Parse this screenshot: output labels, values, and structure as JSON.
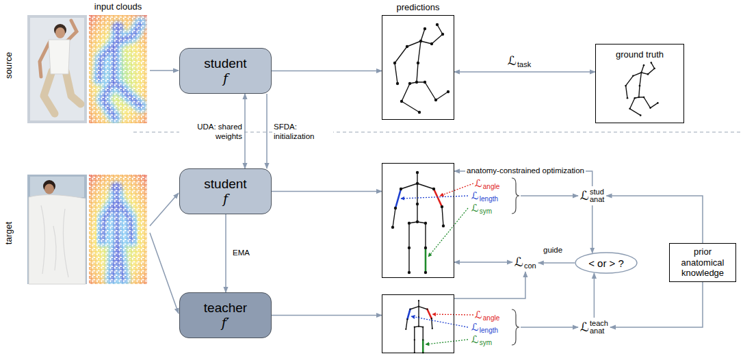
{
  "diagram": {
    "nodes": [
      {
        "text": [
          "student",
          "f"
        ]
      },
      {
        "text": [
          "predictions"
        ]
      },
      {
        "text": [
          "ground truth"
        ]
      },
      {
        "text": [
          "student",
          "f"
        ]
      },
      {
        "text": [
          "teacher",
          "f′"
        ]
      },
      {
        "text": [
          "ℒ",
          "angle",
          "ℒ",
          "length",
          "ℒ",
          "sym"
        ]
      },
      {
        "text": [
          "ℒ",
          "anat",
          "stud"
        ]
      },
      {
        "text": [
          "ℒ",
          "con"
        ]
      },
      {
        "text": [
          "< or > ?"
        ]
      },
      {
        "text": [
          "prior anatomical knowledge"
        ]
      },
      {
        "text": [
          "ℒ",
          "angle",
          "ℒ",
          "length",
          "ℒ",
          "sym"
        ]
      },
      {
        "text": [
          "ℒ",
          "anat",
          "teach"
        ]
      }
    ],
    "edges": [
      {
        "from": 0,
        "to": 1,
        "arrow": "to"
      },
      {
        "from": 1,
        "to": 2,
        "arrow": "both"
      },
      {
        "from": 0,
        "to": 3,
        "label": "UDA: shared weights",
        "arrow": "both"
      },
      {
        "from": 0,
        "to": 3,
        "label": "SFDA: initialization",
        "arrow": "to"
      },
      {
        "from": 3,
        "to": 4,
        "label": "EMA",
        "arrow": "to"
      },
      {
        "from": 3,
        "to": 5,
        "arrow": "to"
      },
      {
        "from": 4,
        "to": 10,
        "arrow": "to"
      },
      {
        "from": 6,
        "to": 5,
        "label": "anatomy-constrained optimization",
        "arrow": "to"
      },
      {
        "from": 5,
        "to": 6,
        "arrow": "to"
      },
      {
        "from": 10,
        "to": 11,
        "arrow": "to"
      },
      {
        "from": 6,
        "to": 8,
        "arrow": "to"
      },
      {
        "from": 11,
        "to": 8,
        "arrow": "to"
      },
      {
        "from": 9,
        "to": 6,
        "arrow": "to"
      },
      {
        "from": 9,
        "to": 11,
        "arrow": "to"
      },
      {
        "from": 8,
        "to": 7,
        "label": "guide",
        "arrow": "to"
      },
      {
        "from": 7,
        "to": 5,
        "arrow": "both"
      },
      {
        "from": 10,
        "to": 7,
        "arrow": "to"
      }
    ],
    "labels": [
      "input clouds",
      "source",
      "target",
      "ℒ",
      "task"
    ]
  }
}
